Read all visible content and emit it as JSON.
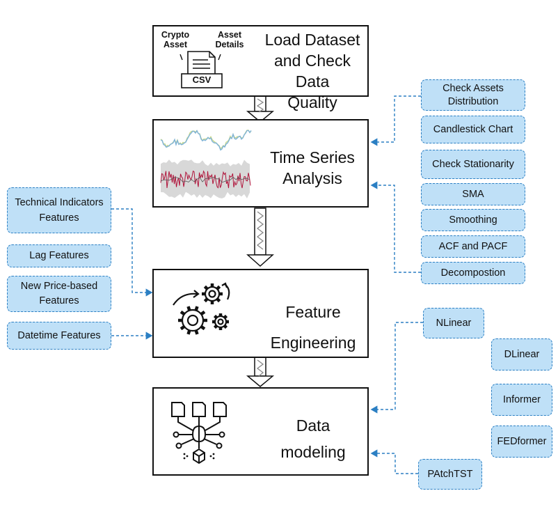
{
  "stages": {
    "load": {
      "title_line1": "Load Dataset",
      "title_line2": "and Check Data",
      "title_line3": "Quality",
      "icon_label_left_1": "Crypto",
      "icon_label_left_2": "Asset",
      "icon_label_right_1": "Asset",
      "icon_label_right_2": "Details",
      "csv_label": "CSV"
    },
    "tsa": {
      "title_line1": "Time Series",
      "title_line2": "Analysis"
    },
    "fe": {
      "title_line1": "Feature",
      "title_line2": "Engineering"
    },
    "dm": {
      "title_line1": "Data",
      "title_line2": "modeling"
    }
  },
  "analysis_items": {
    "distribution_line1": "Check Assets",
    "distribution_line2": "Distribution",
    "candlestick": "Candlestick Chart",
    "stationarity": "Check Stationarity",
    "sma": "SMA",
    "smoothing": "Smoothing",
    "acf": "ACF and PACF",
    "decomposition": "Decompostion"
  },
  "feature_items": {
    "technical_line1": "Technical Indicators",
    "technical_line2": "Features",
    "lag": "Lag Features",
    "price_line1": "New Price-based",
    "price_line2": "Features",
    "datetime": "Datetime Features"
  },
  "model_items": {
    "nlinear": "NLinear",
    "dlinear": "DLinear",
    "informer": "Informer",
    "fedformer": "FEDformer",
    "patchtst": "PAtchTST"
  },
  "colors": {
    "tag_fill": "#bfe0f7",
    "tag_border": "#2b7fc3",
    "connector": "#2b7fc3",
    "series_blue": "#7fb3d8",
    "series_green": "#c9d98c",
    "series_red": "#b0133a"
  }
}
